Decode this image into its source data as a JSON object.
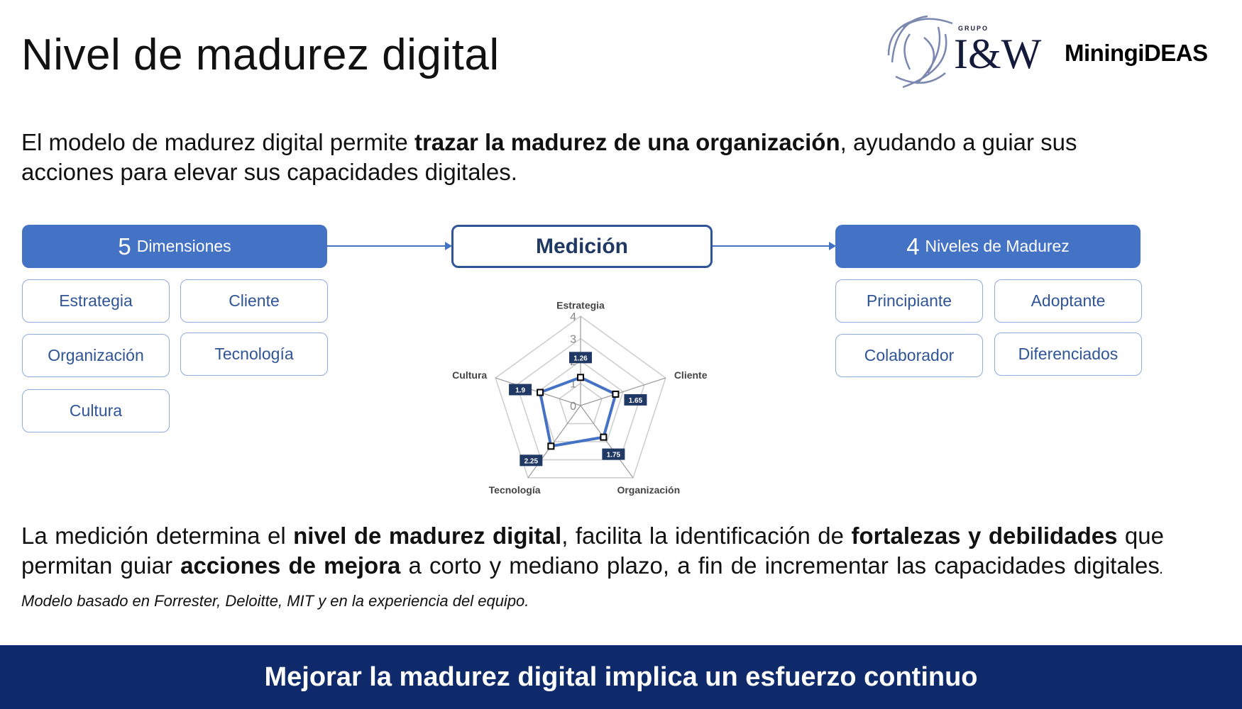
{
  "title": "Nivel de madurez digital",
  "logos": {
    "grupo": "GRUPO",
    "iw": "I&W",
    "miningideas": "MiningiDEAS"
  },
  "intro": {
    "pre": "El modelo de madurez digital permite ",
    "bold": "trazar la madurez de una organización",
    "post": ", ayudando a guiar sus acciones para elevar sus capacidades digitales."
  },
  "dimensions": {
    "count": "5",
    "label": "Dimensiones",
    "items": [
      "Estrategia",
      "Cliente",
      "Organización",
      "Tecnología",
      "Cultura"
    ]
  },
  "measurement": {
    "label": "Medición"
  },
  "levels": {
    "count": "4",
    "label": "Niveles de Madurez",
    "items": [
      "Principiante",
      "Adoptante",
      "Colaborador",
      "Diferenciados"
    ]
  },
  "chart_data": {
    "type": "radar",
    "categories": [
      "Estrategia",
      "Cliente",
      "Organización",
      "Tecnología",
      "Cultura"
    ],
    "values": [
      1.26,
      1.65,
      1.75,
      2.25,
      1.9
    ],
    "value_labels": [
      "1.26",
      "1.65",
      "1.75",
      "2.25",
      "1.9"
    ],
    "ticks": [
      "0",
      "1",
      "2",
      "3",
      "4"
    ],
    "range": [
      0,
      4
    ],
    "series_color": "#4472c4",
    "label_color": "#1f3864"
  },
  "conclusion": {
    "t1": "La medición determina el ",
    "b1": "nivel de madurez digital",
    "t2": ", facilita la identificación de ",
    "b2": "fortalezas y debilidades",
    "t3": " que permitan guiar ",
    "b3": "acciones de mejora",
    "t4": " a corto y mediano plazo, a fin de incrementar las capacidades digitales",
    "note": ". Modelo basado en Forrester, Deloitte, MIT y en la experiencia del equipo."
  },
  "footer": "Mejorar la madurez digital implica un esfuerzo continuo"
}
